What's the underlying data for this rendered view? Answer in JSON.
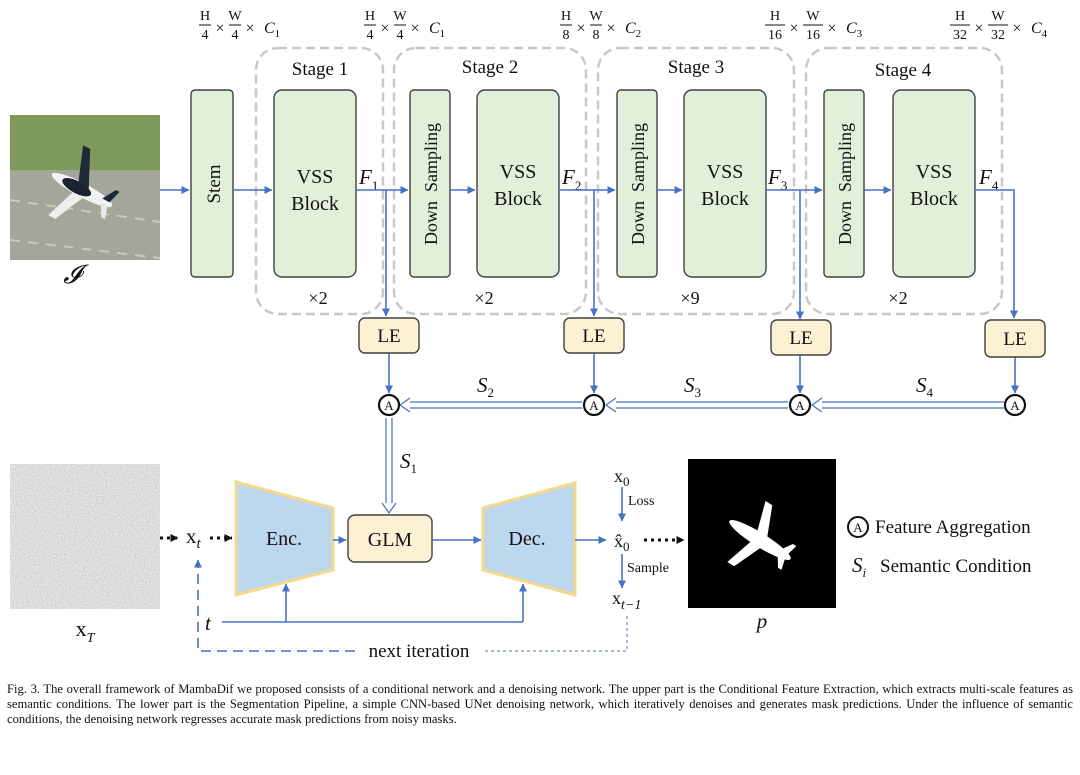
{
  "figure": {
    "input_label": "𝓘",
    "stem_label": "Stem",
    "stages": [
      {
        "title": "Stage 1",
        "down": "",
        "vss_line1": "VSS",
        "vss_line2": "Block",
        "repeat": "×2",
        "feature_sym": "F",
        "feature_sub": "1",
        "dim_top": "H",
        "dim_bottom": "4",
        "dim_top2": "W",
        "dim_bottom2": "4",
        "channel_sub": "1"
      },
      {
        "title": "Stage 2",
        "down": "Down  Sampling",
        "vss_line1": "VSS",
        "vss_line2": "Block",
        "repeat": "×2",
        "feature_sym": "F",
        "feature_sub": "2",
        "dim_top": "H",
        "dim_bottom": "8",
        "dim_top2": "W",
        "dim_bottom2": "8",
        "channel_sub": "2"
      },
      {
        "title": "Stage 3",
        "down": "Down  Sampling",
        "vss_line1": "VSS",
        "vss_line2": "Block",
        "repeat": "×9",
        "feature_sym": "F",
        "feature_sub": "3",
        "dim_top": "H",
        "dim_bottom": "16",
        "dim_top2": "W",
        "dim_bottom2": "16",
        "channel_sub": "3"
      },
      {
        "title": "Stage 4",
        "down": "Down  Sampling",
        "vss_line1": "VSS",
        "vss_line2": "Block",
        "repeat": "×2",
        "feature_sym": "F",
        "feature_sub": "4",
        "dim_top": "H",
        "dim_bottom": "32",
        "dim_top2": "W",
        "dim_bottom2": "32",
        "channel_sub": "4"
      }
    ],
    "input_dim": {
      "h": "H",
      "hd": "4",
      "w": "W",
      "wd": "4",
      "c": "C",
      "cs": "1"
    },
    "le_label": "LE",
    "agg_symbol": "A",
    "s_labels": [
      {
        "sym": "S",
        "sub": "2"
      },
      {
        "sym": "S",
        "sub": "3"
      },
      {
        "sym": "S",
        "sub": "4"
      },
      {
        "sym": "S",
        "sub": "1"
      }
    ],
    "noise_label_sym": "x",
    "noise_label_sub": "T",
    "xt_sym": "x",
    "xt_sub": "t",
    "enc_label": "Enc.",
    "glm_label": "GLM",
    "dec_label": "Dec.",
    "t_label": "t",
    "x0_sym": "x",
    "x0_sub": "0",
    "x0hat_sym": "x̂",
    "x0hat_sub": "0",
    "xt1_sym": "x",
    "xt1_sub": "t−1",
    "loss_label": "Loss",
    "sample_label": "Sample",
    "next_iteration": "next iteration",
    "p_label": "p",
    "legend": {
      "agg_text": "Feature Aggregation",
      "si_sym": "S",
      "si_sub": "i",
      "si_text": "Semantic Condition"
    },
    "colors": {
      "block_fill": "#e2f0d9",
      "block_stroke": "#404040",
      "le_fill": "#fdf1d3",
      "trap_fill": "#bdd7ee",
      "trap_stroke": "#f5d98b",
      "arrow": "#4472c4",
      "stage_border": "#c8c8c8"
    }
  },
  "caption": "Fig. 3. The overall framework of MambaDif we proposed consists of a conditional network and a denoising network. The upper part is the Conditional Feature Extraction, which extracts multi-scale features as semantic conditions. The lower part is the Segmentation Pipeline, a simple CNN-based UNet denoising network, which iteratively denoises and generates mask predictions. Under the influence of semantic conditions, the denoising network regresses accurate mask predictions from noisy masks."
}
